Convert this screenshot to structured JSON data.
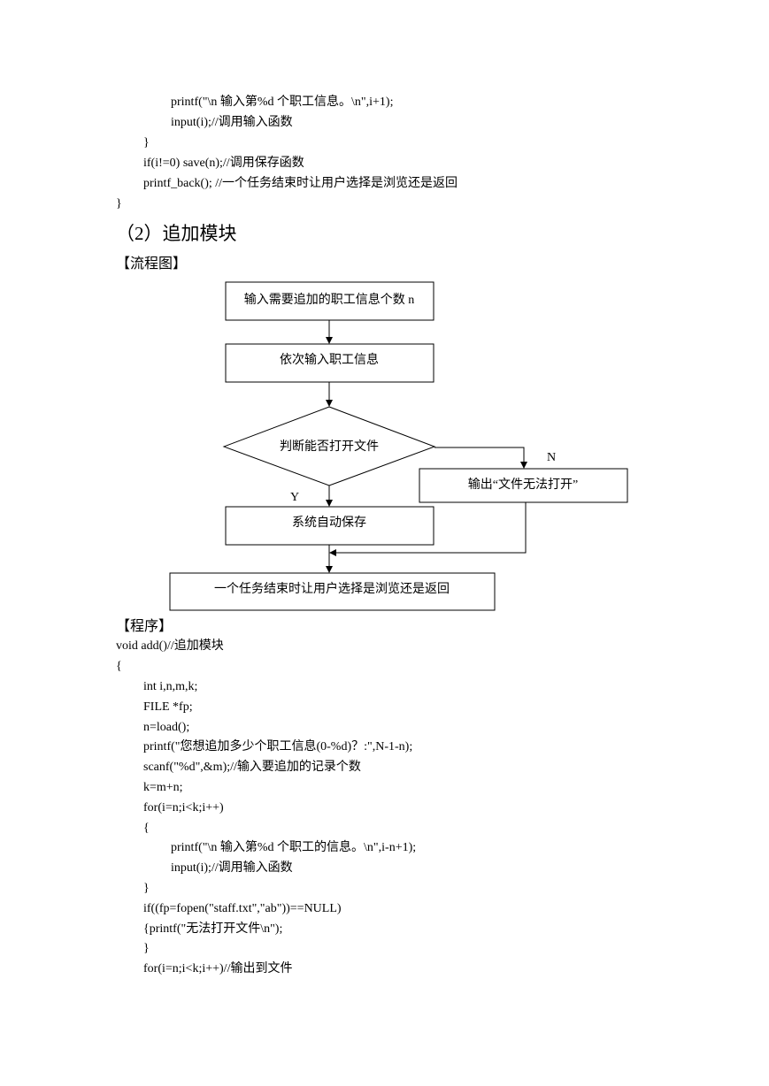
{
  "code_top": [
    "printf(\"\\n 输入第%d 个职工信息。\\n\",i+1);",
    "input(i);//调用输入函数",
    "}",
    "if(i!=0) save(n);//调用保存函数",
    "printf_back(); //一个任务结束时让用户选择是浏览还是返回",
    "}"
  ],
  "section_title": "（2）追加模块",
  "flowchart_label": "【流程图】",
  "flowchart": {
    "step_count": "输入需要追加的职工信息个数 n",
    "step_input": "依次输入职工信息",
    "decision": "判断能否打开文件",
    "label_n": "N",
    "label_y": "Y",
    "step_error": "输出“文件无法打开”",
    "step_save": "系统自动保存",
    "step_end": "一个任务结束时让用户选择是浏览还是返回"
  },
  "program_label": "【程序】",
  "code_main": [
    "void add()//追加模块",
    "{",
    "int i,n,m,k;",
    "FILE *fp;",
    "n=load();",
    "printf(\"您想追加多少个职工信息(0-%d)？:\",N-1-n);",
    "scanf(\"%d\",&m);//输入要追加的记录个数",
    "k=m+n;",
    "for(i=n;i<k;i++)",
    "{",
    "printf(\"\\n 输入第%d 个职工的信息。\\n\",i-n+1);",
    "input(i);//调用输入函数",
    "}",
    "if((fp=fopen(\"staff.txt\",\"ab\"))==NULL)",
    "{printf(\"无法打开文件\\n\");",
    "}",
    "for(i=n;i<k;i++)//输出到文件"
  ]
}
